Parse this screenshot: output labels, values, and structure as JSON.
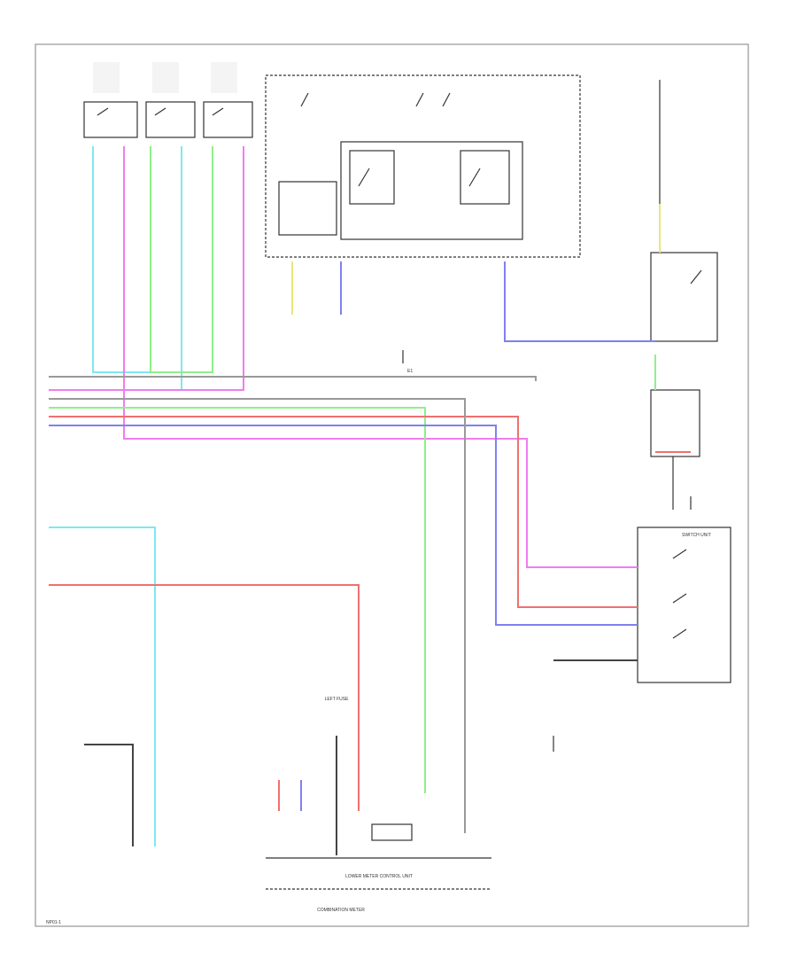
{
  "labels": {
    "bottom_center": "COMBINATION METER",
    "meter_control": "LOWER METER CONTROL UNIT",
    "footer_code": "NP01-1",
    "left_fuse": "LEFT FUSE",
    "ground_ref": "E1",
    "sw_unit": "SWITCH UNIT"
  },
  "colors": {
    "cyan": "#7fe8ef",
    "magenta": "#f07cf0",
    "green": "#8ef08a",
    "yellow": "#e8e87a",
    "red": "#f07070",
    "blue": "#8080f0",
    "black": "#444444",
    "gray": "#999999"
  }
}
